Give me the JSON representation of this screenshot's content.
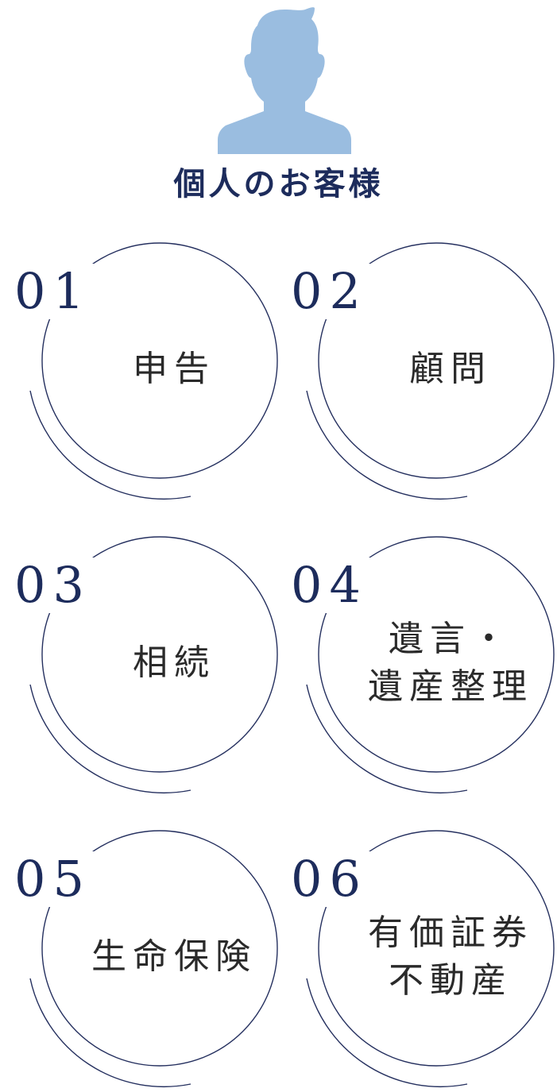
{
  "header": {
    "icon": "person-silhouette-icon",
    "title": "個人のお客様"
  },
  "colors": {
    "icon": "#9abde0",
    "accent": "#1d2c5c",
    "ring": "#25305f",
    "text": "#2a2a2a"
  },
  "services": [
    {
      "number": "01",
      "label_lines": [
        "申告"
      ]
    },
    {
      "number": "02",
      "label_lines": [
        "顧問"
      ]
    },
    {
      "number": "03",
      "label_lines": [
        "相続"
      ]
    },
    {
      "number": "04",
      "label_lines": [
        "遺言・",
        "遺産整理"
      ]
    },
    {
      "number": "05",
      "label_lines": [
        "生命保険"
      ]
    },
    {
      "number": "06",
      "label_lines": [
        "有価証券",
        "不動産"
      ]
    }
  ]
}
